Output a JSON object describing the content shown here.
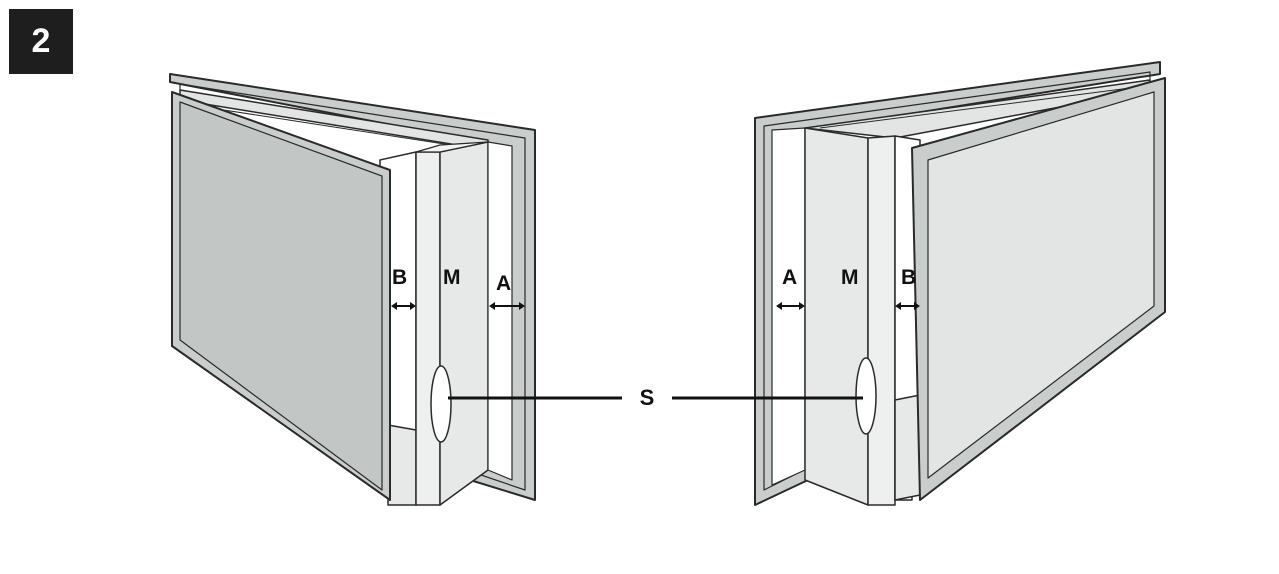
{
  "step_number": "2",
  "labels": {
    "b": "B",
    "m": "M",
    "a": "A",
    "s": "S"
  },
  "colors": {
    "cover": "#c9cdcb",
    "cover_dark": "#a9adab",
    "page_face": "#e2e5e3",
    "page_edge": "#f2f3f2",
    "spine": "#e7e9e8",
    "stroke": "#2a2a2a",
    "badge": "#1e1e1e"
  }
}
